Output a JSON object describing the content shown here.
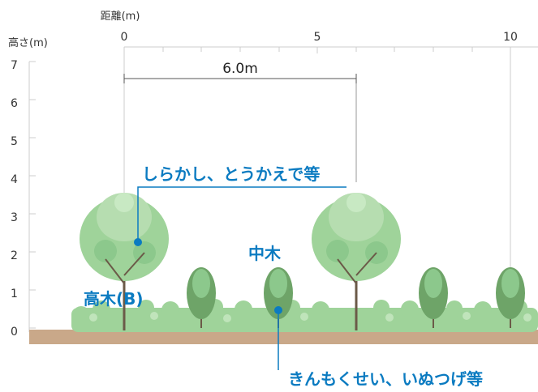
{
  "axes": {
    "x_title": "距離(m)",
    "y_title": "高さ(m)",
    "x_ticks": [
      "0",
      "5",
      "10"
    ],
    "y_ticks": [
      "0",
      "1",
      "2",
      "3",
      "4",
      "5",
      "6",
      "7"
    ]
  },
  "dimension": {
    "label": "6.0m",
    "from_m": 0,
    "to_m": 6.0
  },
  "labels": {
    "tall_tree": "高木(B)",
    "tall_species": "しらかし、とうかえで等",
    "mid_tree": "中木",
    "hedge_species": "きんもくせい、いぬつげ等"
  },
  "colors": {
    "accent": "#0b7bc1",
    "grid": "#cccccc",
    "ground": "#c9a889",
    "foliage": "#8cc88c",
    "trunk": "#6b5a48"
  }
}
